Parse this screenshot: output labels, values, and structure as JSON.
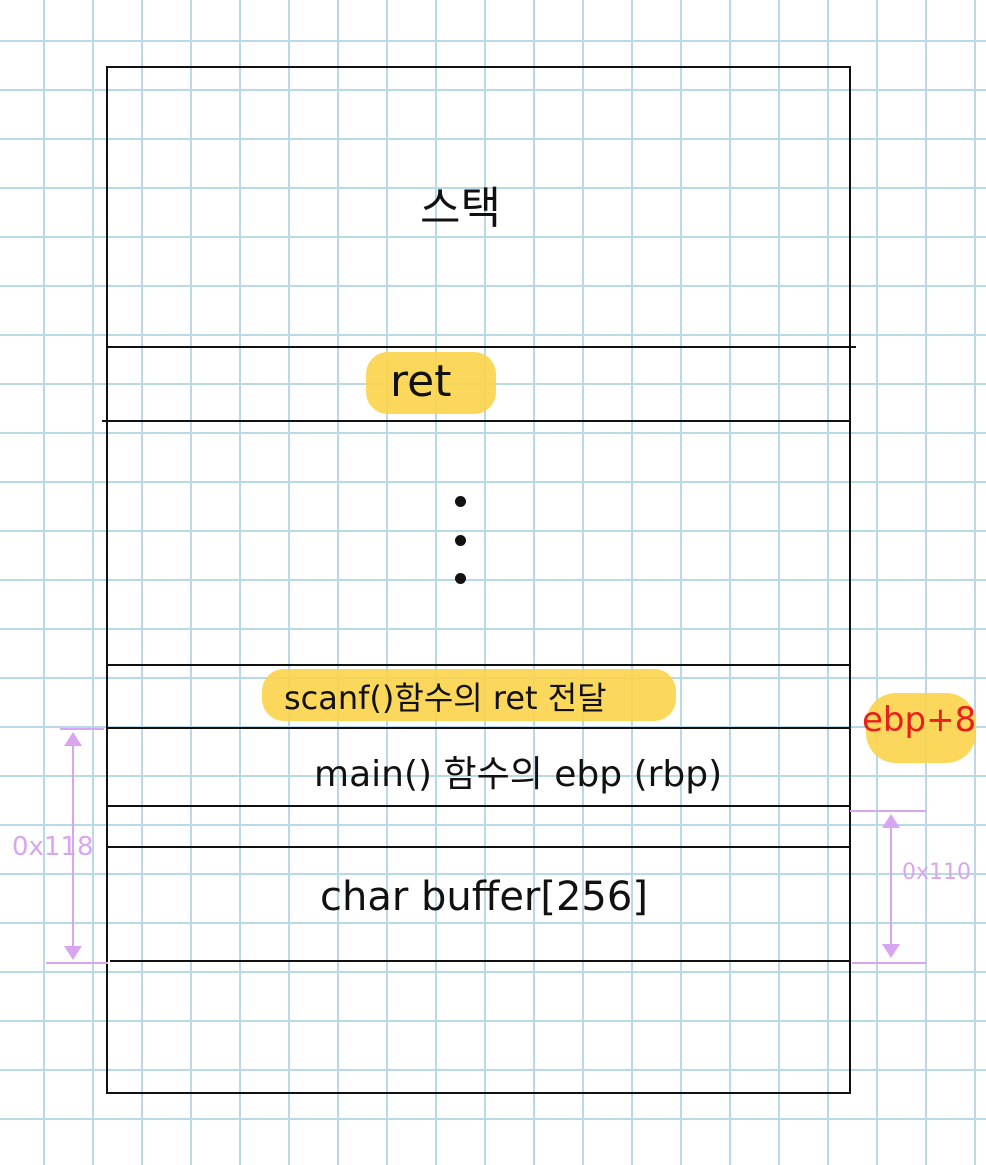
{
  "diagram": {
    "title": "스택",
    "cells": {
      "ret": "ret",
      "ellipsis": "⋮",
      "scanf_ret": "scanf()함수의 ret 전달",
      "main_ebp": "main() 함수의 ebp (rbp)",
      "buffer": "char buffer[256]"
    },
    "annotations": {
      "ebp_offset": "ebp+8",
      "left_size": "0x118",
      "right_size": "0x110"
    },
    "colors": {
      "highlight": "#fbd34a",
      "offset_text": "#e8201c",
      "measure": "#d8a6f0",
      "grid": "#b9d9e6"
    }
  }
}
